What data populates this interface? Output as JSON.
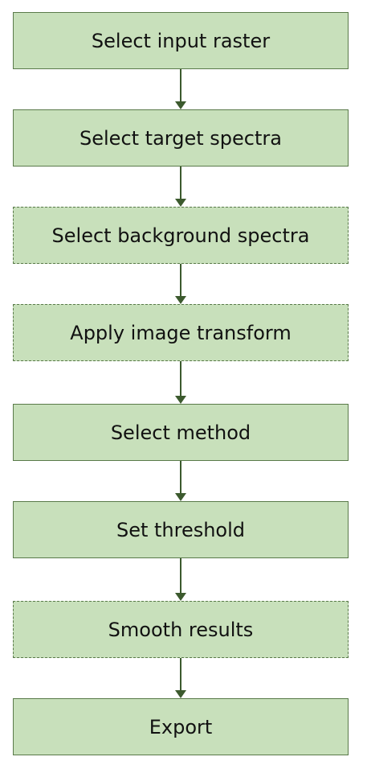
{
  "steps": [
    {
      "label": "Select input raster",
      "optional": false
    },
    {
      "label": "Select target spectra",
      "optional": false
    },
    {
      "label": "Select background spectra",
      "optional": true
    },
    {
      "label": "Apply image transform",
      "optional": true
    },
    {
      "label": "Select method",
      "optional": false
    },
    {
      "label": "Set threshold",
      "optional": false
    },
    {
      "label": "Smooth results",
      "optional": true
    },
    {
      "label": "Export",
      "optional": false
    }
  ],
  "colors": {
    "box_fill": "#c8e0bb",
    "box_border": "#5a7a4a",
    "arrow": "#3c5a2e"
  }
}
